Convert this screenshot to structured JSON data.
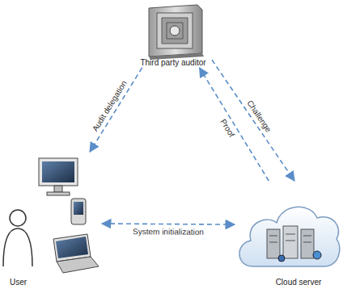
{
  "diagram": {
    "nodes": [
      {
        "text": [
          "Third party auditor"
        ]
      },
      {
        "text": [
          "User"
        ]
      },
      {
        "text": [
          "Cloud server"
        ]
      }
    ],
    "edges": [
      {
        "from": 0,
        "to": 1,
        "label": "Audit delegation",
        "arrow": "to"
      },
      {
        "from": 0,
        "to": 2,
        "label": "Challenge",
        "arrow": "to"
      },
      {
        "from": 2,
        "to": 0,
        "label": "Proof",
        "arrow": "to"
      },
      {
        "from": 1,
        "to": 2,
        "label": "System initialization",
        "arrow": "both"
      }
    ]
  }
}
